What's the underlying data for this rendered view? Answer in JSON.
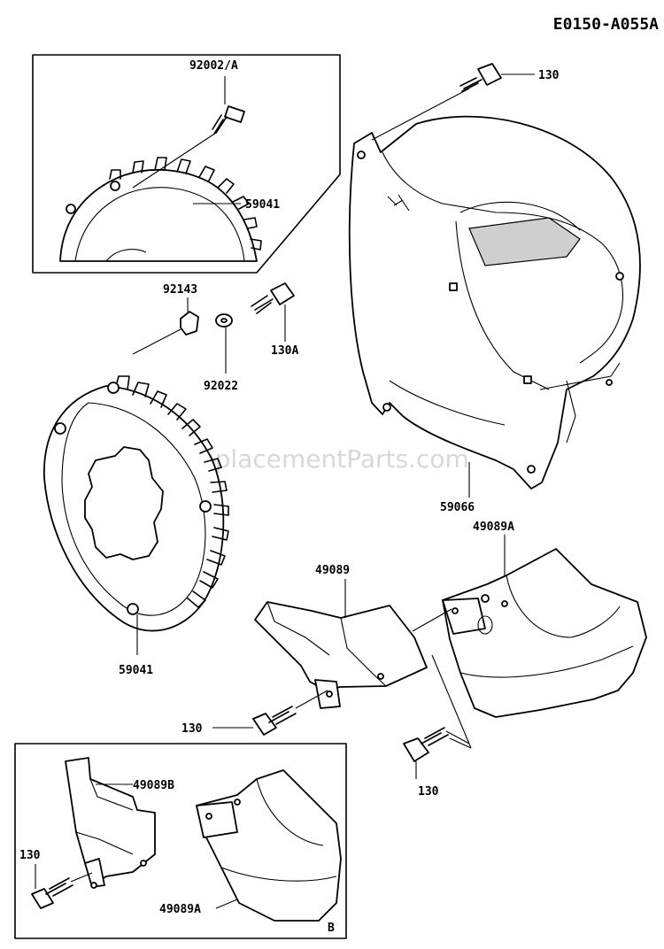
{
  "diagram_code": "E0150-A055A",
  "watermark": "eReplacementParts.com",
  "labels": {
    "p130_top": "130",
    "p92002A": "92002/A",
    "p59041_inset": "59041",
    "p92143": "92143",
    "p130A": "130A",
    "p92022": "92022",
    "p59066": "59066",
    "p49089A_upper": "49089A",
    "p49089": "49089",
    "p59041_main": "59041",
    "p130_left": "130",
    "p130_mid": "130",
    "p49089B": "49089B",
    "p130_inset": "130",
    "p49089A_inset": "49089A",
    "inset_marker": "B"
  }
}
